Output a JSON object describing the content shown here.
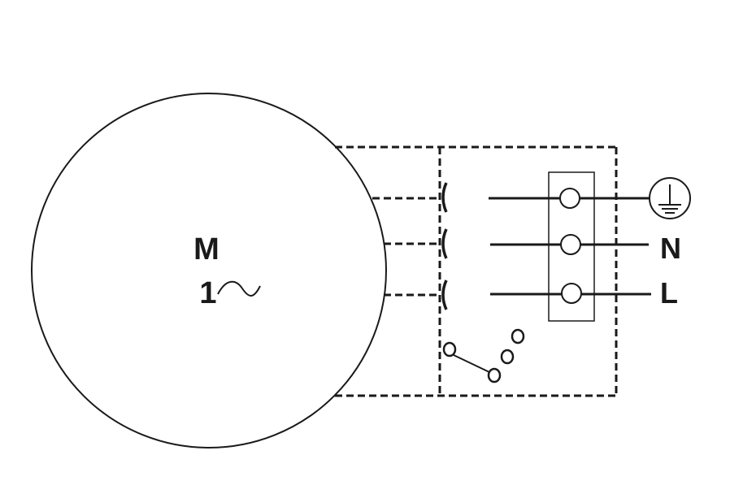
{
  "motor": {
    "symbol": "M",
    "phase": "1",
    "ac_symbol": "∼"
  },
  "terminals": {
    "ground_icon": "ground-icon",
    "neutral_label": "N",
    "line_label": "L"
  },
  "colors": {
    "line": "#1a1a1a",
    "background": "#ffffff"
  }
}
